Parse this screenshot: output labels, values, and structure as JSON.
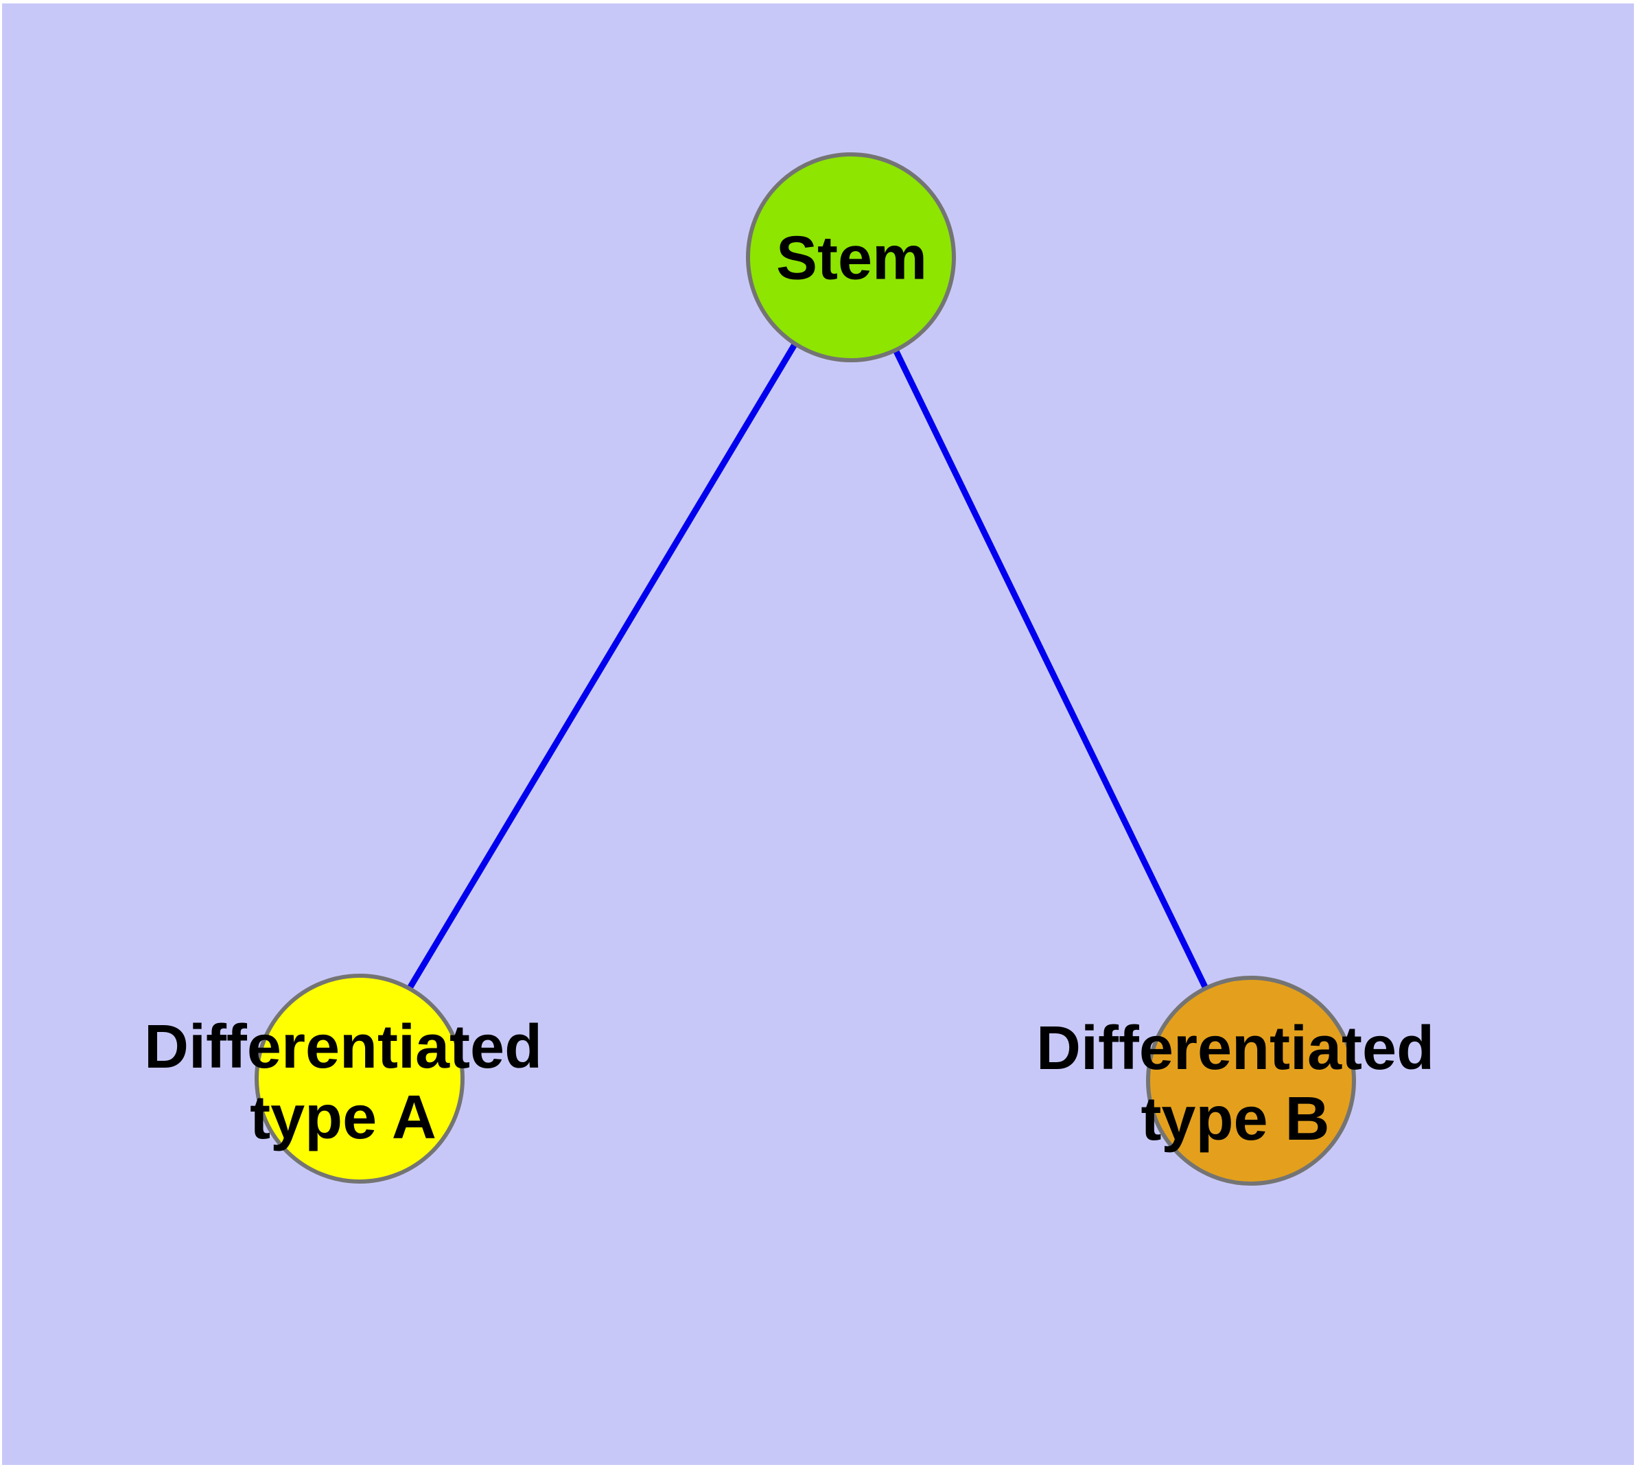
{
  "diagram": {
    "background_color": "#C8C8F8",
    "frame_color": "#FFFFFF",
    "node_border_color": "#747474",
    "edge_color": "#0000EE",
    "label_color": "#000000",
    "nodes": [
      {
        "id": "stem",
        "label": "Stem",
        "fill": "#8DE500"
      },
      {
        "id": "differentiated-type-a",
        "label": "Differentiated\ntype A",
        "fill": "#FFFF00"
      },
      {
        "id": "differentiated-type-b",
        "label": "Differentiated\ntype B",
        "fill": "#E4A01C"
      }
    ],
    "edges": [
      {
        "from": "stem",
        "to": "differentiated-type-a"
      },
      {
        "from": "stem",
        "to": "differentiated-type-b"
      }
    ]
  }
}
